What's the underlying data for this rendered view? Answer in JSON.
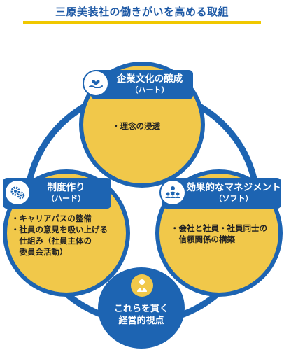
{
  "title": "三原美装社の働きがいを高める取組",
  "top": {
    "heading": "企業文化の醸成",
    "subheading": "（ハート）",
    "items": [
      "・理念の浸透"
    ]
  },
  "left": {
    "heading": "制度作り",
    "subheading": "（ハード）",
    "items": [
      "・キャリアパスの整備",
      "・社員の意見を吸い上げる",
      "　仕組み（社員主体の",
      "　委員会活動）"
    ]
  },
  "right": {
    "heading": "効果的なマネジメント",
    "subheading": "（ソフト）",
    "items": [
      "・会社と社員・社員同士の",
      "　信頼関係の構築"
    ]
  },
  "bottom": {
    "line1": "これらを貫く",
    "line2": "経営的視点"
  },
  "colors": {
    "blue": "#1d64b2",
    "yellow": "#f1c84a",
    "title_blue": "#1f5aa6",
    "underline": "#f0c800"
  },
  "icons": {
    "top": "heart-hand-icon",
    "left": "gears-icon",
    "right": "team-icon",
    "bottom": "person-icon"
  }
}
